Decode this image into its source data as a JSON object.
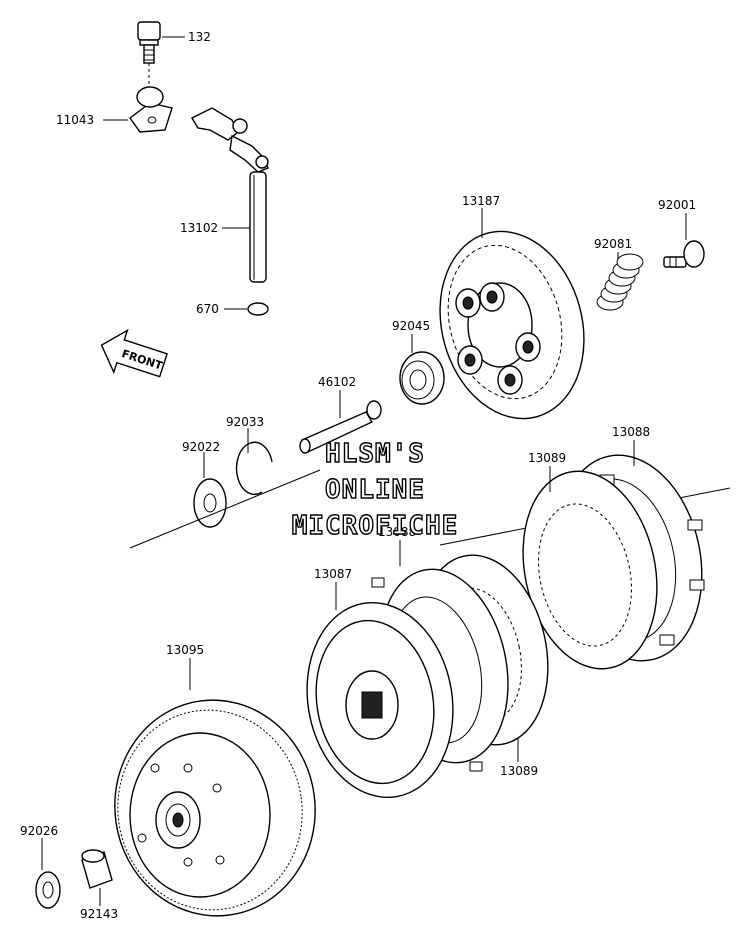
{
  "diagram": {
    "callouts": {
      "p132": "132",
      "p11043": "11043",
      "p13102": "13102",
      "p670": "670",
      "p13187": "13187",
      "p92001": "92001",
      "p92081": "92081",
      "p92045": "92045",
      "p46102": "46102",
      "p92033": "92033",
      "p92022": "92022",
      "p13088_top": "13088",
      "p13089_top": "13089",
      "p13088_mid": "13088",
      "p13087": "13087",
      "p13095": "13095",
      "p13089_bot": "13089",
      "p92026": "92026",
      "p92143": "92143"
    },
    "front_label": "FRONT",
    "watermark": {
      "line1": "HLSM'S",
      "line2": "ONLINE",
      "line3": "MICROFICHE"
    }
  }
}
